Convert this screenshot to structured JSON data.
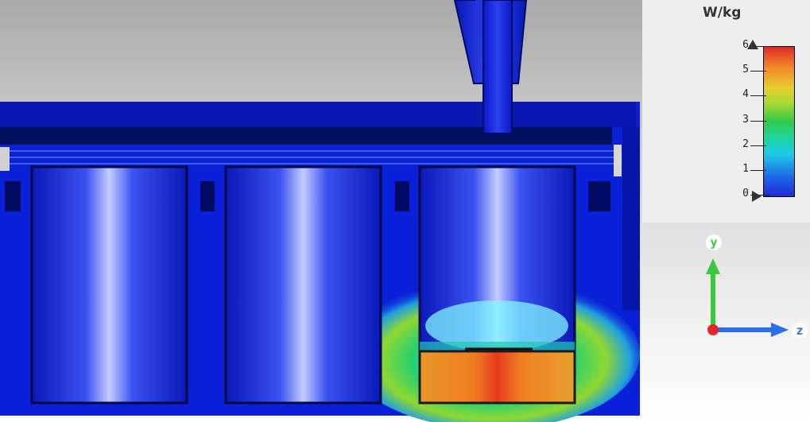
{
  "viewer": {
    "colorbar": {
      "unit": "W/kg",
      "ticks": [
        "6",
        "5",
        "4",
        "3",
        "2",
        "1",
        "0"
      ],
      "range": [
        0,
        6
      ],
      "colors": [
        "#1f2ad6",
        "#1ec8e8",
        "#33c84a",
        "#e6d030",
        "#f28a28",
        "#e02828"
      ]
    },
    "axes": {
      "y_label": "y",
      "z_label": "z",
      "y_color": "#3cc83c",
      "z_color": "#2a6ee8",
      "origin_color": "#e02828"
    },
    "model": {
      "body_color": "#0a1fd8",
      "dark_color": "#000a5a",
      "highlight_color": "#b8c0ff"
    }
  }
}
